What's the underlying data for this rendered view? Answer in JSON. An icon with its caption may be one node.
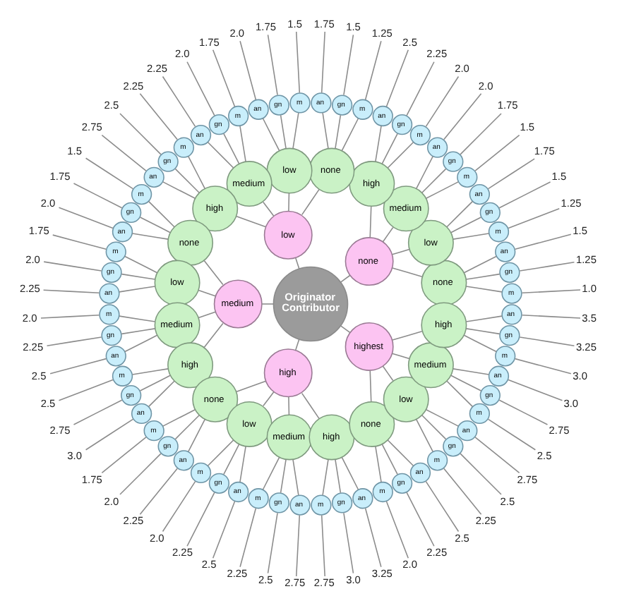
{
  "diagram": {
    "nodes": [
      {
        "text": [
          "Originator Contributor"
        ]
      },
      {
        "text": [
          "none"
        ]
      },
      {
        "text": [
          "low"
        ]
      },
      {
        "text": [
          "medium"
        ]
      },
      {
        "text": [
          "high"
        ]
      },
      {
        "text": [
          "highest"
        ]
      },
      {
        "text": [
          "none"
        ]
      },
      {
        "text": [
          "low"
        ]
      },
      {
        "text": [
          "medium"
        ]
      },
      {
        "text": [
          "high"
        ]
      },
      {
        "text": [
          "none"
        ]
      },
      {
        "text": [
          "low"
        ]
      },
      {
        "text": [
          "medium"
        ]
      },
      {
        "text": [
          "high"
        ]
      },
      {
        "text": [
          "none"
        ]
      },
      {
        "text": [
          "low"
        ]
      },
      {
        "text": [
          "medium"
        ]
      },
      {
        "text": [
          "high"
        ]
      },
      {
        "text": [
          "none"
        ]
      },
      {
        "text": [
          "low"
        ]
      },
      {
        "text": [
          "medium"
        ]
      },
      {
        "text": [
          "high"
        ]
      },
      {
        "text": [
          "none"
        ]
      },
      {
        "text": [
          "low"
        ]
      },
      {
        "text": [
          "medium"
        ]
      },
      {
        "text": [
          "high"
        ]
      },
      {
        "text": [
          "m"
        ]
      },
      {
        "text": [
          "gn"
        ]
      },
      {
        "text": [
          "an"
        ]
      },
      {
        "text": [
          "m"
        ]
      },
      {
        "text": [
          "gn"
        ]
      },
      {
        "text": [
          "an"
        ]
      },
      {
        "text": [
          "m"
        ]
      },
      {
        "text": [
          "gn"
        ]
      },
      {
        "text": [
          "an"
        ]
      },
      {
        "text": [
          "m"
        ]
      },
      {
        "text": [
          "gn"
        ]
      },
      {
        "text": [
          "an"
        ]
      },
      {
        "text": [
          "m"
        ]
      },
      {
        "text": [
          "gn"
        ]
      },
      {
        "text": [
          "an"
        ]
      },
      {
        "text": [
          "m"
        ]
      },
      {
        "text": [
          "gn"
        ]
      },
      {
        "text": [
          "an"
        ]
      },
      {
        "text": [
          "m"
        ]
      },
      {
        "text": [
          "gn"
        ]
      },
      {
        "text": [
          "an"
        ]
      },
      {
        "text": [
          "m"
        ]
      },
      {
        "text": [
          "gn"
        ]
      },
      {
        "text": [
          "an"
        ]
      },
      {
        "text": [
          "m"
        ]
      },
      {
        "text": [
          "gn"
        ]
      },
      {
        "text": [
          "an"
        ]
      },
      {
        "text": [
          "m"
        ]
      },
      {
        "text": [
          "gn"
        ]
      },
      {
        "text": [
          "an"
        ]
      },
      {
        "text": [
          "m"
        ]
      },
      {
        "text": [
          "gn"
        ]
      },
      {
        "text": [
          "an"
        ]
      },
      {
        "text": [
          "m"
        ]
      },
      {
        "text": [
          "gn"
        ]
      },
      {
        "text": [
          "an"
        ]
      },
      {
        "text": [
          "m"
        ]
      },
      {
        "text": [
          "gn"
        ]
      },
      {
        "text": [
          "an"
        ]
      },
      {
        "text": [
          "m"
        ]
      },
      {
        "text": [
          "gn"
        ]
      },
      {
        "text": [
          "an"
        ]
      },
      {
        "text": [
          "m"
        ]
      },
      {
        "text": [
          "gn"
        ]
      },
      {
        "text": [
          "an"
        ]
      },
      {
        "text": [
          "m"
        ]
      },
      {
        "text": [
          "gn"
        ]
      },
      {
        "text": [
          "an"
        ]
      },
      {
        "text": [
          "m"
        ]
      },
      {
        "text": [
          "gn"
        ]
      },
      {
        "text": [
          "an"
        ]
      },
      {
        "text": [
          "m"
        ]
      },
      {
        "text": [
          "gn"
        ]
      },
      {
        "text": [
          "an"
        ]
      },
      {
        "text": [
          "m"
        ]
      },
      {
        "text": [
          "gn"
        ]
      },
      {
        "text": [
          "an"
        ]
      },
      {
        "text": [
          "m"
        ]
      },
      {
        "text": [
          "gn"
        ]
      },
      {
        "text": [
          "an"
        ]
      },
      {
        "text": [
          "1.0"
        ]
      },
      {
        "text": [
          "1.25"
        ]
      },
      {
        "text": [
          "1.5"
        ]
      },
      {
        "text": [
          "1.25"
        ]
      },
      {
        "text": [
          "1.5"
        ]
      },
      {
        "text": [
          "1.75"
        ]
      },
      {
        "text": [
          "1.5"
        ]
      },
      {
        "text": [
          "1.75"
        ]
      },
      {
        "text": [
          "2.0"
        ]
      },
      {
        "text": [
          "2.0"
        ]
      },
      {
        "text": [
          "2.25"
        ]
      },
      {
        "text": [
          "2.5"
        ]
      },
      {
        "text": [
          "1.25"
        ]
      },
      {
        "text": [
          "1.5"
        ]
      },
      {
        "text": [
          "1.75"
        ]
      },
      {
        "text": [
          "1.5"
        ]
      },
      {
        "text": [
          "1.75"
        ]
      },
      {
        "text": [
          "2.0"
        ]
      },
      {
        "text": [
          "1.75"
        ]
      },
      {
        "text": [
          "2.0"
        ]
      },
      {
        "text": [
          "2.25"
        ]
      },
      {
        "text": [
          "2.25"
        ]
      },
      {
        "text": [
          "2.5"
        ]
      },
      {
        "text": [
          "2.75"
        ]
      },
      {
        "text": [
          "1.5"
        ]
      },
      {
        "text": [
          "1.75"
        ]
      },
      {
        "text": [
          "2.0"
        ]
      },
      {
        "text": [
          "1.75"
        ]
      },
      {
        "text": [
          "2.0"
        ]
      },
      {
        "text": [
          "2.25"
        ]
      },
      {
        "text": [
          "2.0"
        ]
      },
      {
        "text": [
          "2.25"
        ]
      },
      {
        "text": [
          "2.5"
        ]
      },
      {
        "text": [
          "2.5"
        ]
      },
      {
        "text": [
          "2.75"
        ]
      },
      {
        "text": [
          "3.0"
        ]
      },
      {
        "text": [
          "1.75"
        ]
      },
      {
        "text": [
          "2.0"
        ]
      },
      {
        "text": [
          "2.25"
        ]
      },
      {
        "text": [
          "2.0"
        ]
      },
      {
        "text": [
          "2.25"
        ]
      },
      {
        "text": [
          "2.5"
        ]
      },
      {
        "text": [
          "2.25"
        ]
      },
      {
        "text": [
          "2.5"
        ]
      },
      {
        "text": [
          "2.75"
        ]
      },
      {
        "text": [
          "2.75"
        ]
      },
      {
        "text": [
          "3.0"
        ]
      },
      {
        "text": [
          "3.25"
        ]
      },
      {
        "text": [
          "2.0"
        ]
      },
      {
        "text": [
          "2.25"
        ]
      },
      {
        "text": [
          "2.5"
        ]
      },
      {
        "text": [
          "2.25"
        ]
      },
      {
        "text": [
          "2.5"
        ]
      },
      {
        "text": [
          "2.75"
        ]
      },
      {
        "text": [
          "2.5"
        ]
      },
      {
        "text": [
          "2.75"
        ]
      },
      {
        "text": [
          "3.0"
        ]
      },
      {
        "text": [
          "3.0"
        ]
      },
      {
        "text": [
          "3.25"
        ]
      },
      {
        "text": [
          "3.5"
        ]
      }
    ],
    "edges": [
      {
        "from": 0,
        "to": 1,
        "arrow": "none"
      },
      {
        "from": 0,
        "to": 2,
        "arrow": "none"
      },
      {
        "from": 0,
        "to": 3,
        "arrow": "none"
      },
      {
        "from": 0,
        "to": 4,
        "arrow": "none"
      },
      {
        "from": 0,
        "to": 5,
        "arrow": "none"
      },
      {
        "from": 1,
        "to": 6,
        "arrow": "none"
      },
      {
        "from": 1,
        "to": 7,
        "arrow": "none"
      },
      {
        "from": 1,
        "to": 8,
        "arrow": "none"
      },
      {
        "from": 1,
        "to": 9,
        "arrow": "none"
      },
      {
        "from": 2,
        "to": 10,
        "arrow": "none"
      },
      {
        "from": 2,
        "to": 11,
        "arrow": "none"
      },
      {
        "from": 2,
        "to": 12,
        "arrow": "none"
      },
      {
        "from": 2,
        "to": 13,
        "arrow": "none"
      },
      {
        "from": 3,
        "to": 14,
        "arrow": "none"
      },
      {
        "from": 3,
        "to": 15,
        "arrow": "none"
      },
      {
        "from": 3,
        "to": 16,
        "arrow": "none"
      },
      {
        "from": 3,
        "to": 17,
        "arrow": "none"
      },
      {
        "from": 4,
        "to": 18,
        "arrow": "none"
      },
      {
        "from": 4,
        "to": 19,
        "arrow": "none"
      },
      {
        "from": 4,
        "to": 20,
        "arrow": "none"
      },
      {
        "from": 4,
        "to": 21,
        "arrow": "none"
      },
      {
        "from": 5,
        "to": 22,
        "arrow": "none"
      },
      {
        "from": 5,
        "to": 23,
        "arrow": "none"
      },
      {
        "from": 5,
        "to": 24,
        "arrow": "none"
      },
      {
        "from": 5,
        "to": 25,
        "arrow": "none"
      },
      {
        "from": 6,
        "to": 26,
        "arrow": "none"
      },
      {
        "from": 6,
        "to": 27,
        "arrow": "none"
      },
      {
        "from": 6,
        "to": 28,
        "arrow": "none"
      },
      {
        "from": 7,
        "to": 29,
        "arrow": "none"
      },
      {
        "from": 7,
        "to": 30,
        "arrow": "none"
      },
      {
        "from": 7,
        "to": 31,
        "arrow": "none"
      },
      {
        "from": 8,
        "to": 32,
        "arrow": "none"
      },
      {
        "from": 8,
        "to": 33,
        "arrow": "none"
      },
      {
        "from": 8,
        "to": 34,
        "arrow": "none"
      },
      {
        "from": 9,
        "to": 35,
        "arrow": "none"
      },
      {
        "from": 9,
        "to": 36,
        "arrow": "none"
      },
      {
        "from": 9,
        "to": 37,
        "arrow": "none"
      },
      {
        "from": 10,
        "to": 38,
        "arrow": "none"
      },
      {
        "from": 10,
        "to": 39,
        "arrow": "none"
      },
      {
        "from": 10,
        "to": 40,
        "arrow": "none"
      },
      {
        "from": 11,
        "to": 41,
        "arrow": "none"
      },
      {
        "from": 11,
        "to": 42,
        "arrow": "none"
      },
      {
        "from": 11,
        "to": 43,
        "arrow": "none"
      },
      {
        "from": 12,
        "to": 44,
        "arrow": "none"
      },
      {
        "from": 12,
        "to": 45,
        "arrow": "none"
      },
      {
        "from": 12,
        "to": 46,
        "arrow": "none"
      },
      {
        "from": 13,
        "to": 47,
        "arrow": "none"
      },
      {
        "from": 13,
        "to": 48,
        "arrow": "none"
      },
      {
        "from": 13,
        "to": 49,
        "arrow": "none"
      },
      {
        "from": 14,
        "to": 50,
        "arrow": "none"
      },
      {
        "from": 14,
        "to": 51,
        "arrow": "none"
      },
      {
        "from": 14,
        "to": 52,
        "arrow": "none"
      },
      {
        "from": 15,
        "to": 53,
        "arrow": "none"
      },
      {
        "from": 15,
        "to": 54,
        "arrow": "none"
      },
      {
        "from": 15,
        "to": 55,
        "arrow": "none"
      },
      {
        "from": 16,
        "to": 56,
        "arrow": "none"
      },
      {
        "from": 16,
        "to": 57,
        "arrow": "none"
      },
      {
        "from": 16,
        "to": 58,
        "arrow": "none"
      },
      {
        "from": 17,
        "to": 59,
        "arrow": "none"
      },
      {
        "from": 17,
        "to": 60,
        "arrow": "none"
      },
      {
        "from": 17,
        "to": 61,
        "arrow": "none"
      },
      {
        "from": 18,
        "to": 62,
        "arrow": "none"
      },
      {
        "from": 18,
        "to": 63,
        "arrow": "none"
      },
      {
        "from": 18,
        "to": 64,
        "arrow": "none"
      },
      {
        "from": 19,
        "to": 65,
        "arrow": "none"
      },
      {
        "from": 19,
        "to": 66,
        "arrow": "none"
      },
      {
        "from": 19,
        "to": 67,
        "arrow": "none"
      },
      {
        "from": 20,
        "to": 68,
        "arrow": "none"
      },
      {
        "from": 20,
        "to": 69,
        "arrow": "none"
      },
      {
        "from": 20,
        "to": 70,
        "arrow": "none"
      },
      {
        "from": 21,
        "to": 71,
        "arrow": "none"
      },
      {
        "from": 21,
        "to": 72,
        "arrow": "none"
      },
      {
        "from": 21,
        "to": 73,
        "arrow": "none"
      },
      {
        "from": 22,
        "to": 74,
        "arrow": "none"
      },
      {
        "from": 22,
        "to": 75,
        "arrow": "none"
      },
      {
        "from": 22,
        "to": 76,
        "arrow": "none"
      },
      {
        "from": 23,
        "to": 77,
        "arrow": "none"
      },
      {
        "from": 23,
        "to": 78,
        "arrow": "none"
      },
      {
        "from": 23,
        "to": 79,
        "arrow": "none"
      },
      {
        "from": 24,
        "to": 80,
        "arrow": "none"
      },
      {
        "from": 24,
        "to": 81,
        "arrow": "none"
      },
      {
        "from": 24,
        "to": 82,
        "arrow": "none"
      },
      {
        "from": 25,
        "to": 83,
        "arrow": "none"
      },
      {
        "from": 25,
        "to": 84,
        "arrow": "none"
      },
      {
        "from": 25,
        "to": 85,
        "arrow": "none"
      },
      {
        "from": 26,
        "to": 86,
        "arrow": "none"
      },
      {
        "from": 27,
        "to": 87,
        "arrow": "none"
      },
      {
        "from": 28,
        "to": 88,
        "arrow": "none"
      },
      {
        "from": 29,
        "to": 89,
        "arrow": "none"
      },
      {
        "from": 30,
        "to": 90,
        "arrow": "none"
      },
      {
        "from": 31,
        "to": 91,
        "arrow": "none"
      },
      {
        "from": 32,
        "to": 92,
        "arrow": "none"
      },
      {
        "from": 33,
        "to": 93,
        "arrow": "none"
      },
      {
        "from": 34,
        "to": 94,
        "arrow": "none"
      },
      {
        "from": 35,
        "to": 95,
        "arrow": "none"
      },
      {
        "from": 36,
        "to": 96,
        "arrow": "none"
      },
      {
        "from": 37,
        "to": 97,
        "arrow": "none"
      },
      {
        "from": 38,
        "to": 98,
        "arrow": "none"
      },
      {
        "from": 39,
        "to": 99,
        "arrow": "none"
      },
      {
        "from": 40,
        "to": 100,
        "arrow": "none"
      },
      {
        "from": 41,
        "to": 101,
        "arrow": "none"
      },
      {
        "from": 42,
        "to": 102,
        "arrow": "none"
      },
      {
        "from": 43,
        "to": 103,
        "arrow": "none"
      },
      {
        "from": 44,
        "to": 104,
        "arrow": "none"
      },
      {
        "from": 45,
        "to": 105,
        "arrow": "none"
      },
      {
        "from": 46,
        "to": 106,
        "arrow": "none"
      },
      {
        "from": 47,
        "to": 107,
        "arrow": "none"
      },
      {
        "from": 48,
        "to": 108,
        "arrow": "none"
      },
      {
        "from": 49,
        "to": 109,
        "arrow": "none"
      },
      {
        "from": 50,
        "to": 110,
        "arrow": "none"
      },
      {
        "from": 51,
        "to": 111,
        "arrow": "none"
      },
      {
        "from": 52,
        "to": 112,
        "arrow": "none"
      },
      {
        "from": 53,
        "to": 113,
        "arrow": "none"
      },
      {
        "from": 54,
        "to": 114,
        "arrow": "none"
      },
      {
        "from": 55,
        "to": 115,
        "arrow": "none"
      },
      {
        "from": 56,
        "to": 116,
        "arrow": "none"
      },
      {
        "from": 57,
        "to": 117,
        "arrow": "none"
      },
      {
        "from": 58,
        "to": 118,
        "arrow": "none"
      },
      {
        "from": 59,
        "to": 119,
        "arrow": "none"
      },
      {
        "from": 60,
        "to": 120,
        "arrow": "none"
      },
      {
        "from": 61,
        "to": 121,
        "arrow": "none"
      },
      {
        "from": 62,
        "to": 122,
        "arrow": "none"
      },
      {
        "from": 63,
        "to": 123,
        "arrow": "none"
      },
      {
        "from": 64,
        "to": 124,
        "arrow": "none"
      },
      {
        "from": 65,
        "to": 125,
        "arrow": "none"
      },
      {
        "from": 66,
        "to": 126,
        "arrow": "none"
      },
      {
        "from": 67,
        "to": 127,
        "arrow": "none"
      },
      {
        "from": 68,
        "to": 128,
        "arrow": "none"
      },
      {
        "from": 69,
        "to": 129,
        "arrow": "none"
      },
      {
        "from": 70,
        "to": 130,
        "arrow": "none"
      },
      {
        "from": 71,
        "to": 131,
        "arrow": "none"
      },
      {
        "from": 72,
        "to": 132,
        "arrow": "none"
      },
      {
        "from": 73,
        "to": 133,
        "arrow": "none"
      },
      {
        "from": 74,
        "to": 134,
        "arrow": "none"
      },
      {
        "from": 75,
        "to": 135,
        "arrow": "none"
      },
      {
        "from": 76,
        "to": 136,
        "arrow": "none"
      },
      {
        "from": 77,
        "to": 137,
        "arrow": "none"
      },
      {
        "from": 78,
        "to": 138,
        "arrow": "none"
      },
      {
        "from": 79,
        "to": 139,
        "arrow": "none"
      },
      {
        "from": 80,
        "to": 140,
        "arrow": "none"
      },
      {
        "from": 81,
        "to": 141,
        "arrow": "none"
      },
      {
        "from": 82,
        "to": 142,
        "arrow": "none"
      },
      {
        "from": 83,
        "to": 143,
        "arrow": "none"
      },
      {
        "from": 84,
        "to": 144,
        "arrow": "none"
      },
      {
        "from": 85,
        "to": 145,
        "arrow": "none"
      }
    ]
  }
}
